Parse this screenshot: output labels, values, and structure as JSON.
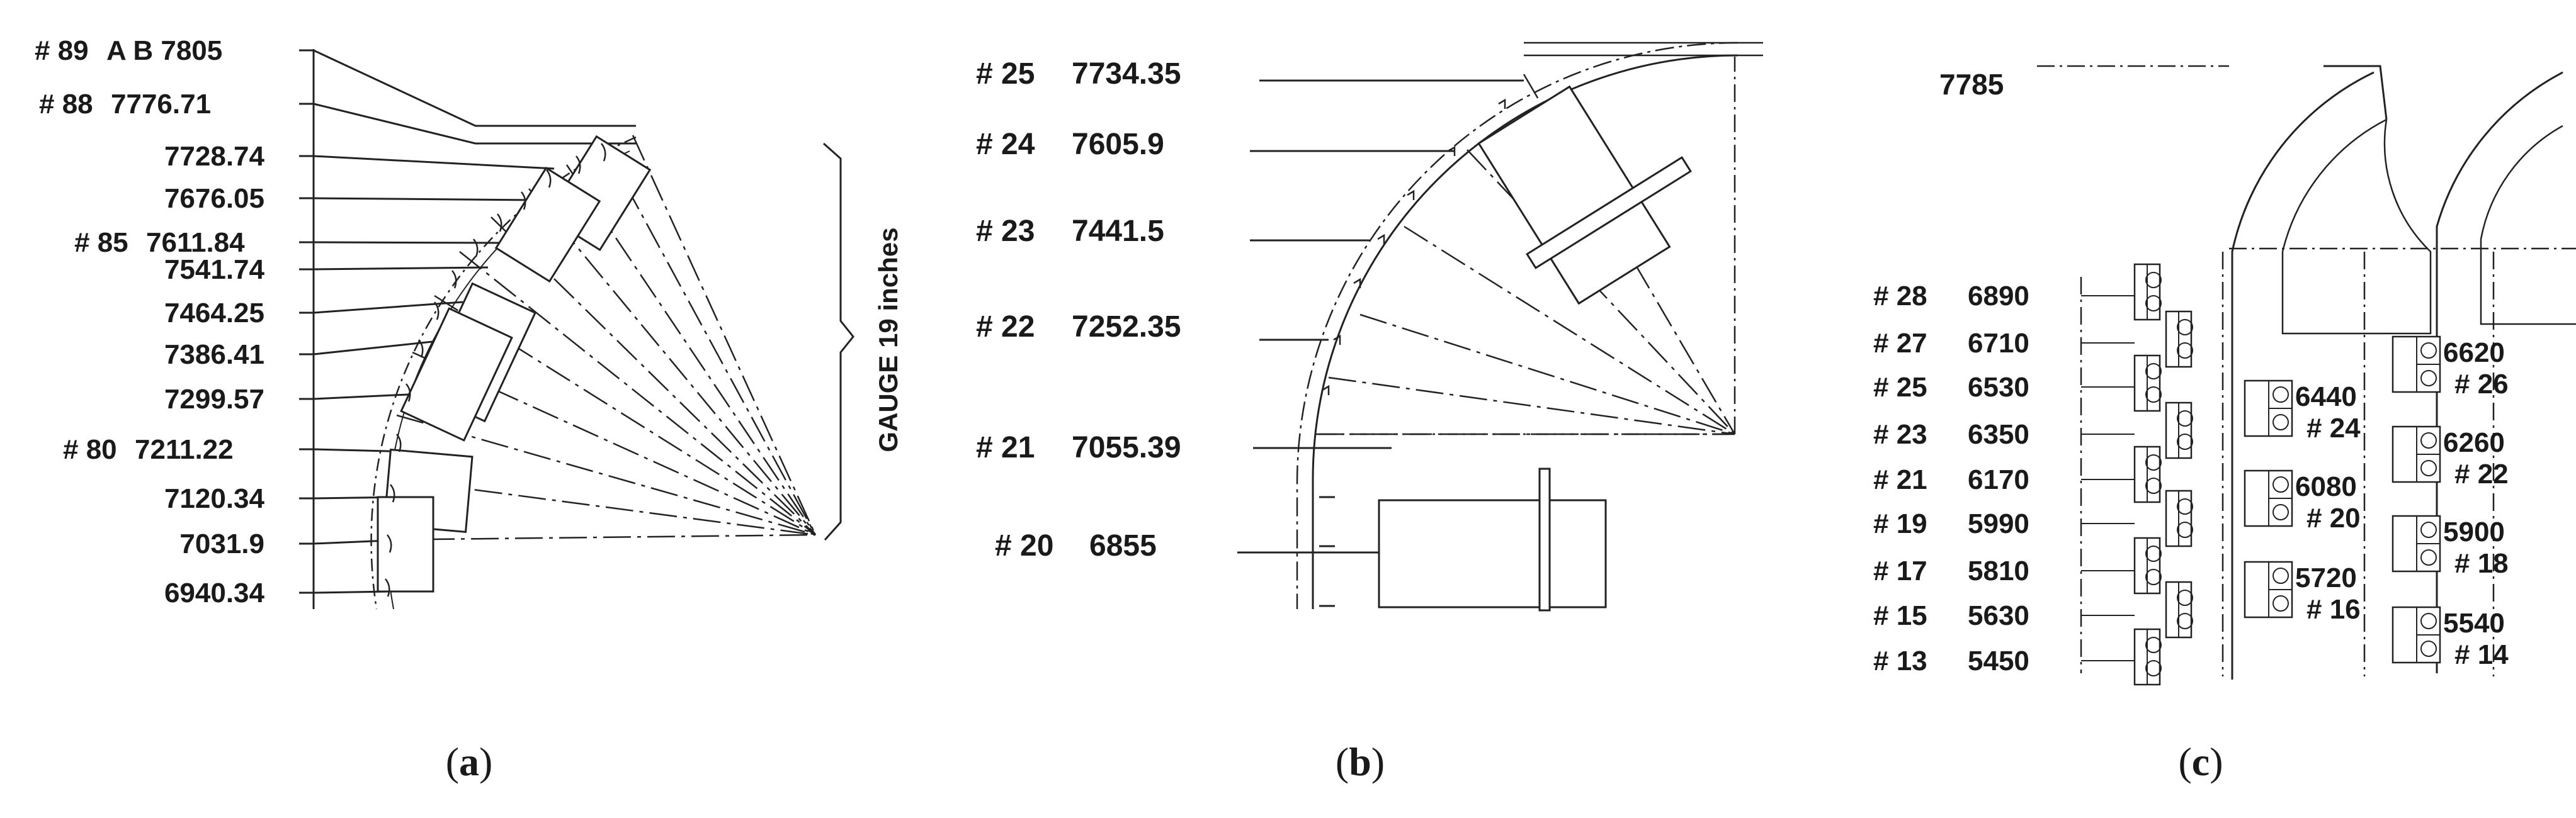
{
  "panels": {
    "a": {
      "caption_open": "(",
      "caption_letter": "a",
      "caption_close": ")",
      "gauge_label": "GAUGE 19 inches",
      "labels": [
        {
          "tag": "# 89",
          "value": "A B 7805"
        },
        {
          "tag": "# 88",
          "value": "7776.71"
        },
        {
          "tag": "",
          "value": "7728.74"
        },
        {
          "tag": "",
          "value": "7676.05"
        },
        {
          "tag": "# 85",
          "value": "7611.84"
        },
        {
          "tag": "",
          "value": "7541.74"
        },
        {
          "tag": "",
          "value": "7464.25"
        },
        {
          "tag": "",
          "value": "7386.41"
        },
        {
          "tag": "",
          "value": "7299.57"
        },
        {
          "tag": "# 80",
          "value": "7211.22"
        },
        {
          "tag": "",
          "value": "7120.34"
        },
        {
          "tag": "",
          "value": "7031.9"
        },
        {
          "tag": "",
          "value": "6940.34"
        }
      ]
    },
    "b": {
      "caption_open": "(",
      "caption_letter": "b",
      "caption_close": ")",
      "labels": [
        {
          "tag": "# 25",
          "value": "7734.35"
        },
        {
          "tag": "# 24",
          "value": "7605.9"
        },
        {
          "tag": "# 23",
          "value": "7441.5"
        },
        {
          "tag": "# 22",
          "value": "7252.35"
        },
        {
          "tag": "# 21",
          "value": "7055.39"
        },
        {
          "tag": "# 20",
          "value": "6855"
        }
      ]
    },
    "c": {
      "caption_open": "(",
      "caption_letter": "c",
      "caption_close": ")",
      "top_value": "7785",
      "left_labels": [
        {
          "tag": "# 28",
          "value": "6890"
        },
        {
          "tag": "# 27",
          "value": "6710"
        },
        {
          "tag": "# 25",
          "value": "6530"
        },
        {
          "tag": "# 23",
          "value": "6350"
        },
        {
          "tag": "# 21",
          "value": "6170"
        },
        {
          "tag": "# 19",
          "value": "5990"
        },
        {
          "tag": "# 17",
          "value": "5810"
        },
        {
          "tag": "# 15",
          "value": "5630"
        },
        {
          "tag": "# 13",
          "value": "5450"
        }
      ],
      "mid_labels": [
        {
          "value": "6440",
          "tag": "# 24"
        },
        {
          "value": "6080",
          "tag": "# 20"
        },
        {
          "value": "5720",
          "tag": "# 16"
        }
      ],
      "right_labels": [
        {
          "value": "6620",
          "tag": "# 26"
        },
        {
          "value": "6260",
          "tag": "# 22"
        },
        {
          "value": "5900",
          "tag": "# 18"
        },
        {
          "value": "5540",
          "tag": "# 14"
        }
      ]
    }
  }
}
